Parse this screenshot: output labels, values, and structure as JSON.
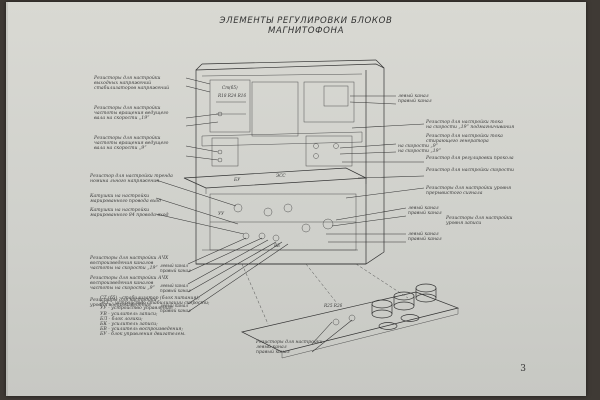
{
  "title": "ЭЛЕМЕНТЫ РЕГУЛИРОВКИ БЛОКОВ МАГНИТОФОНА",
  "page_number": "3",
  "left_labels": [
    "Резисторы для настройки\nвыходных напряжений\nстабилизаторов напряжений",
    "Резисторы для настройки\nчастоты вращения ведущего\nвала на скорости „19”",
    "Резисторы для настройки\nчастоты вращения ведущего\nвала на скорости „9”",
    "Резистор для настройки тренда\nномина льного напряжения",
    "Катушки на настройки\nмарированного провода вход",
    "Катушки на настройки\nмарированного 84 провода вход",
    "Резисторы для настройки АЧХ\nвоспроизведения каналов\nчастоты на скорости „19”",
    "Резисторы для настройки АЧХ\nвоспроизведения каналов\nчастоты на скорости „9”",
    "Резисторы для настройки\nуровня воспроизведения"
  ],
  "right_labels": [
    "левый канал\nправый канал",
    "Резистор для настройки тока\nна скорости „19” подмагничивания",
    "Резистор для настройки тока\nстирающего генератора",
    "на скорости „9”\nна скорости „19”",
    "Резистор для регулировки прокола",
    "Резистор для настройки скорости",
    "Резисторы для настройки уровня\nпрерывистого сигнала",
    "левый канал\nправый канал",
    "Резисторы для настройки\nуровня записи",
    "левый канал\nправый канал"
  ],
  "bottom_labels": "Резисторы для настройки\nлевый канал\nправый канал",
  "side_channel_labels": [
    "левый канал\nправый канал",
    "левый канал\nправый канал",
    "левый канал\nправый канал"
  ],
  "legend": [
    "СТ (б5) - стабилизатор (блок питания);",
    "ЭСС - устройство стабилизации скорости;",
    "УУ - устройство управления;",
    "УВ - усилитель записи;",
    "БЛ - блок логики;",
    "БК - усилитель записи;",
    "БВ - усилитель воспроизведения;",
    "БУ - блок управления двигателем."
  ],
  "device_marks": {
    "top_block": "Ст(б5)",
    "top_block_sub": "R18 R24 R16",
    "mid_block": "ЭСС",
    "lower_block": "БУ",
    "lower_block2": "УУ",
    "bottom_block": "ВЕ",
    "board": "R25 R26"
  }
}
